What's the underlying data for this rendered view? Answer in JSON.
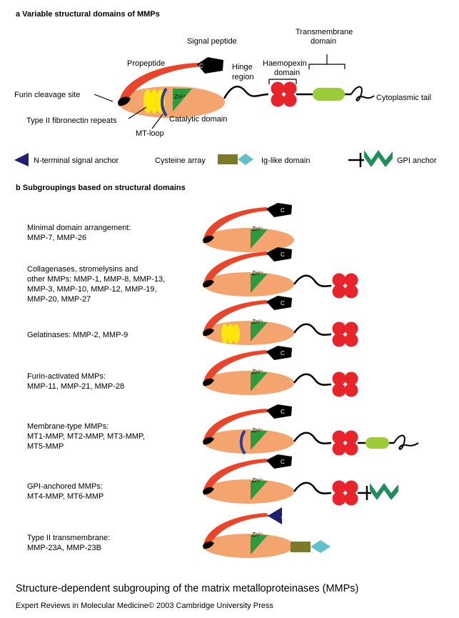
{
  "panel_a": {
    "heading": "a  Variable structural domains of MMPs",
    "labels": {
      "signal_peptide": "Signal peptide",
      "transmembrane_l1": "Transmembrane",
      "transmembrane_l2": "domain",
      "propeptide": "Propeptide",
      "hinge_l1": "Hinge",
      "hinge_l2": "region",
      "haemopexin_l1": "Haemopexin",
      "haemopexin_l2": "domain",
      "furin": "Furin cleavage site",
      "fibronectin": "Type II fibronectin repeats",
      "catalytic": "Catalytic domain",
      "mt_loop": "MT-loop",
      "cytoplasmic": "Cytoplasmic tail",
      "zn": "Zn²⁺",
      "c": "C"
    },
    "legend": {
      "n_terminal_signal_anchor": "N-terminal signal anchor",
      "cysteine_array": "Cysteine array",
      "ig_like": "Ig-like domain",
      "gpi_anchor": "GPI anchor"
    }
  },
  "panel_b": {
    "heading": "b  Subgroupings based on structural domains",
    "groups": [
      {
        "lines": [
          "Minimal domain arrangement:",
          "MMP-7, MMP-26"
        ]
      },
      {
        "lines": [
          "Collagenases, stromelysins and",
          "other MMPs: MMP-1, MMP-8, MMP-13,",
          "MMP-3, MMP-10, MMP-12, MMP-19,",
          "MMP-20, MMP-27"
        ]
      },
      {
        "lines": [
          "Gelatinases: MMP-2, MMP-9"
        ]
      },
      {
        "lines": [
          "Furin-activated MMPs:",
          "MMP-11, MMP-21, MMP-28"
        ]
      },
      {
        "lines": [
          "Membrane-type MMPs:",
          "MT1-MMP, MT2-MMP, MT3-MMP,",
          "MT5-MMP"
        ]
      },
      {
        "lines": [
          "GPI-anchored MMPs:",
          "MT4-MMP, MT6-MMP"
        ]
      },
      {
        "lines": [
          "Type II transmembrane:",
          "MMP-23A, MMP-23B"
        ]
      }
    ]
  },
  "caption": "Structure-dependent subgrouping of the matrix metalloproteinases (MMPs)",
  "credit": "Expert Reviews in Molecular Medicine© 2003 Cambridge University Press",
  "colors": {
    "catalytic": "#f4a46e",
    "propeptide": "#e8452a",
    "zinc_domain": "#2e9a3e",
    "haemopexin": "#e8242a",
    "transmembrane": "#9dcc3a",
    "fibronectin": "#fde60a",
    "mt_loop": "#2a3f9c",
    "signal_anchor": "#1f1f6e",
    "cysteine_array": "#7a7a2a",
    "ig_like": "#5fc1c9",
    "gpi": "#1e8e5a"
  }
}
